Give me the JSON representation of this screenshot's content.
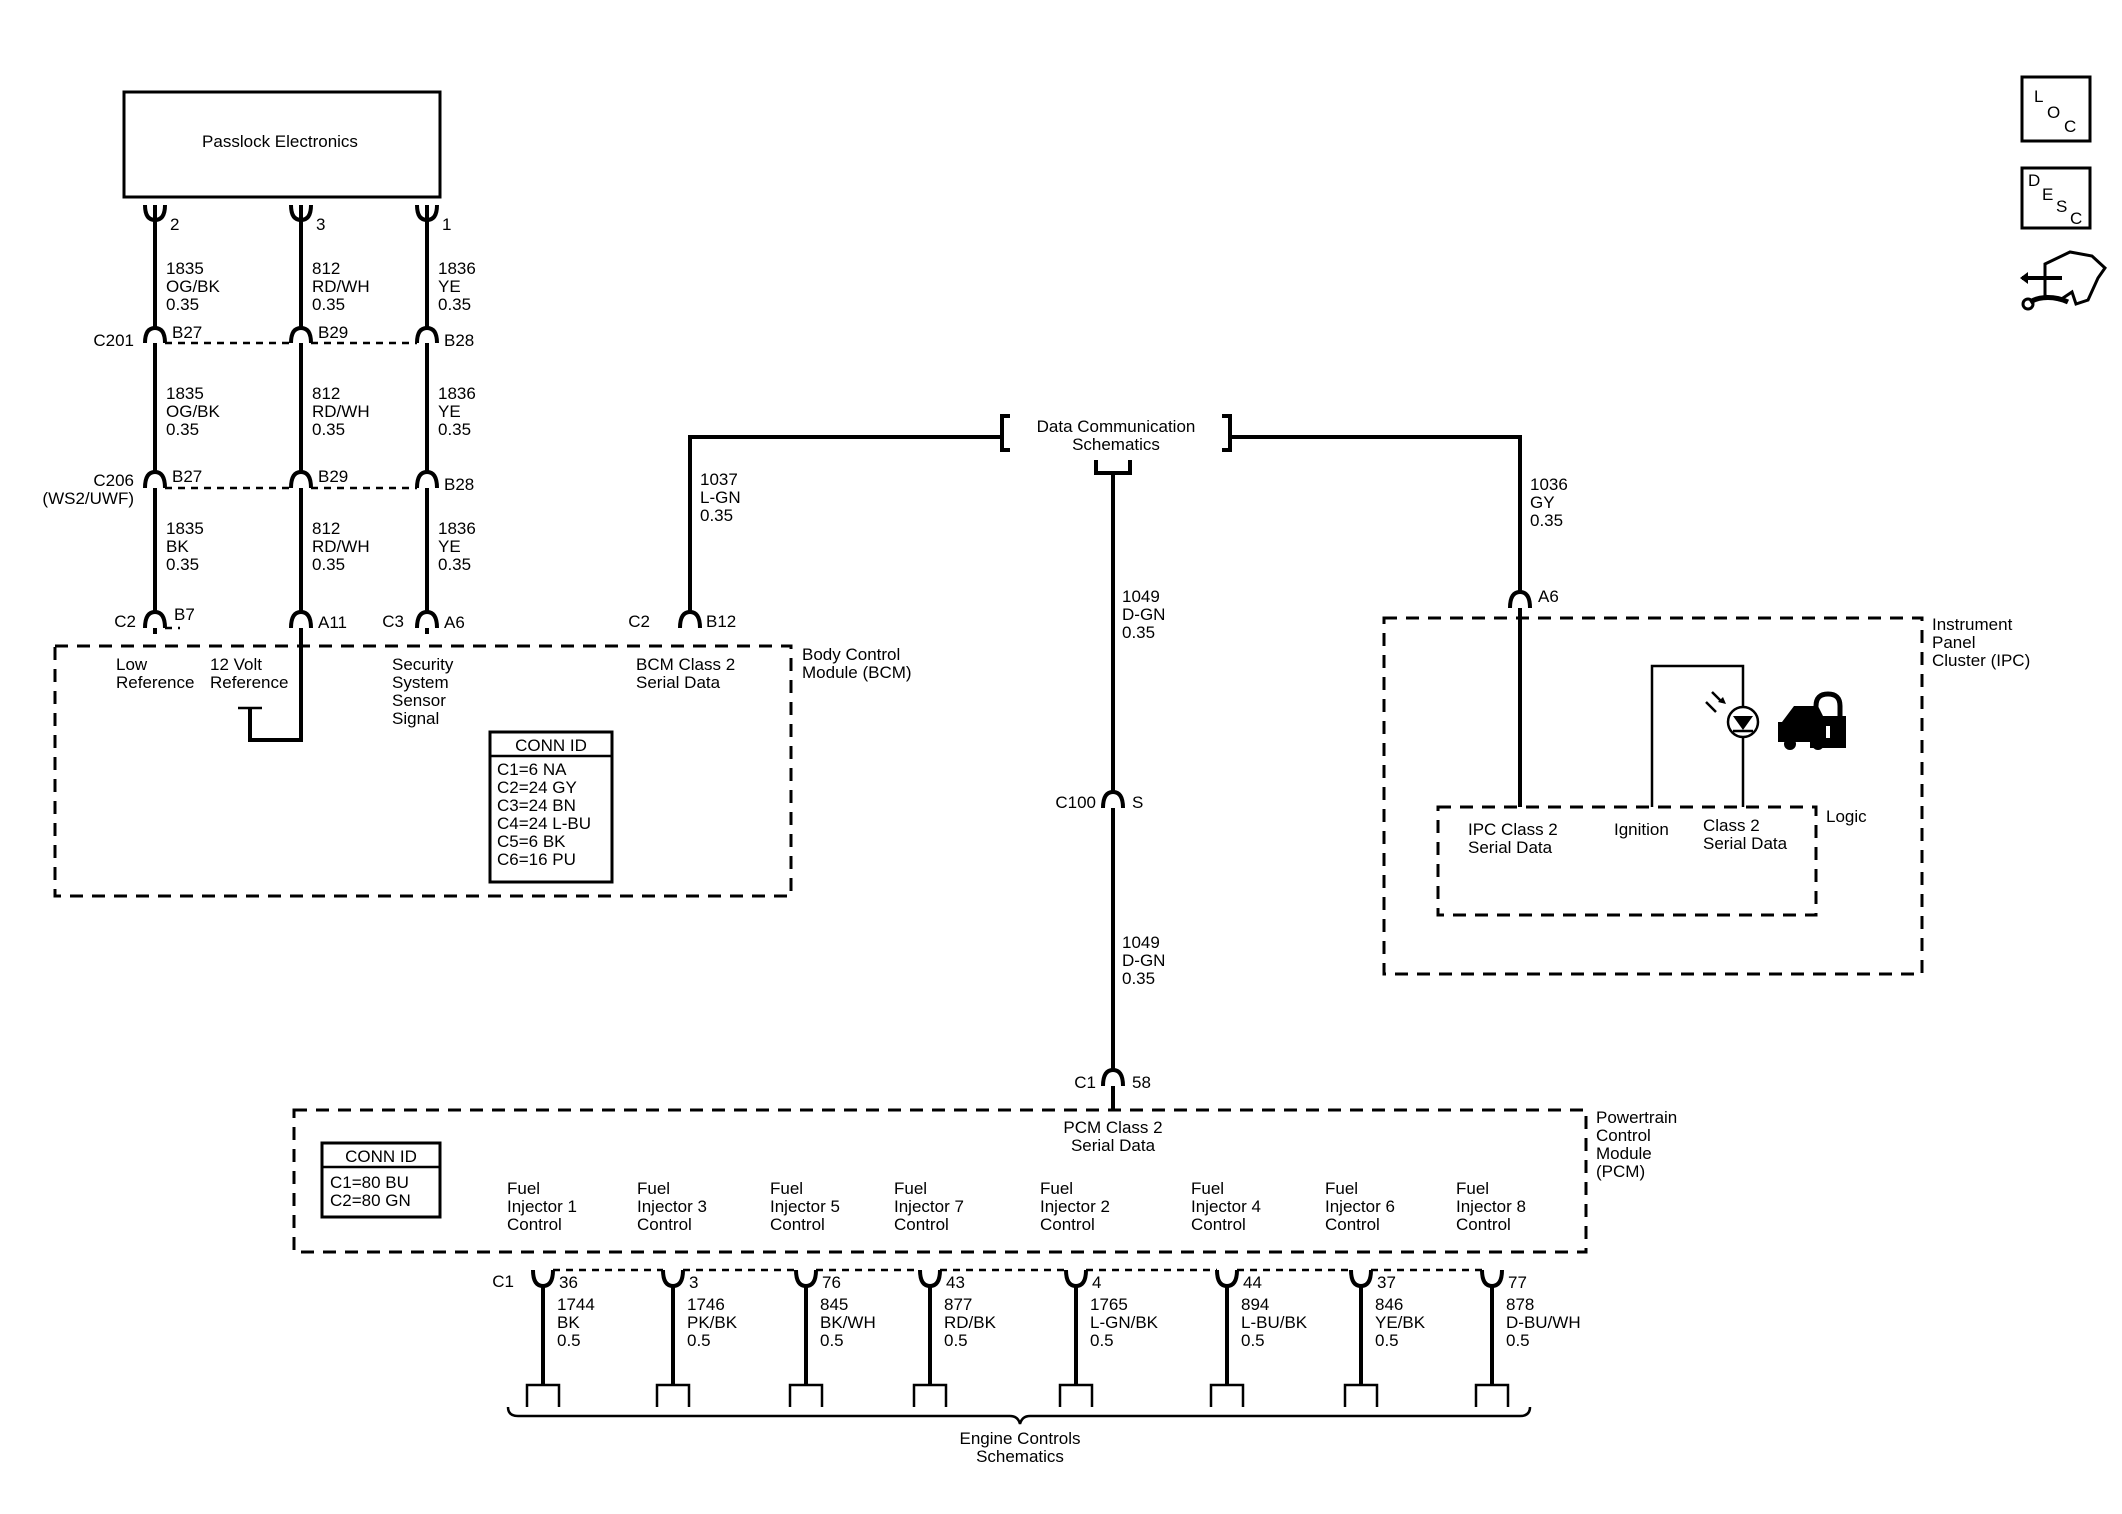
{
  "side_icons": [
    "loc-icon",
    "desc-icon",
    "hand-tools-icon"
  ],
  "loc_icon": {
    "l": "L",
    "o": "O",
    "c": "C"
  },
  "desc_icon": {
    "d": "D",
    "e": "E",
    "s": "S",
    "c": "C"
  },
  "passlock": {
    "title": "Passlock Electronics"
  },
  "passlock_wires": [
    {
      "pin": "2",
      "seg1": [
        "1835",
        "OG/BK",
        "0.35"
      ],
      "c201_pin": "B27",
      "seg2": [
        "1835",
        "OG/BK",
        "0.35"
      ],
      "c206_pin": "B27",
      "seg3": [
        "1835",
        "BK",
        "0.35"
      ],
      "bcm_pin": "B7"
    },
    {
      "pin": "3",
      "seg1": [
        "812",
        "RD/WH",
        "0.35"
      ],
      "c201_pin": "B29",
      "seg2": [
        "812",
        "RD/WH",
        "0.35"
      ],
      "c206_pin": "B29",
      "seg3": [
        "812",
        "RD/WH",
        "0.35"
      ],
      "bcm_pin": "A11"
    },
    {
      "pin": "1",
      "seg1": [
        "1836",
        "YE",
        "0.35"
      ],
      "c201_pin": "B28",
      "seg2": [
        "1836",
        "YE",
        "0.35"
      ],
      "c206_pin": "B28",
      "seg3": [
        "1836",
        "YE",
        "0.35"
      ],
      "bcm_pin": "A6"
    }
  ],
  "connectors": {
    "c201": "C201",
    "c206": "C206",
    "c206_sub": "(WS2/UWF)",
    "bcm_c2": "C2",
    "bcm_c3": "C3",
    "bcm_c2b": "C2",
    "c100": "C100",
    "c100_pin": "S",
    "pcm_c1": "C1",
    "pcm_c1_pin": "58",
    "inj_c1": "C1"
  },
  "bcm": {
    "label": [
      "Body Control",
      "Module (BCM)"
    ],
    "low_ref": [
      "Low",
      "Reference"
    ],
    "volt_ref": [
      "12 Volt",
      "Reference"
    ],
    "security": [
      "Security",
      "System",
      "Sensor",
      "Signal"
    ],
    "serial": [
      "BCM Class 2",
      "Serial Data"
    ],
    "serial_pin": "B12",
    "conn_id_title": "CONN ID",
    "conn_ids": [
      "C1=6 NA",
      "C2=24 GY",
      "C3=24 BN",
      "C4=24 L-BU",
      "C5=6 BK",
      "C6=16 PU"
    ]
  },
  "bcm_serial_wire": [
    "1037",
    "L-GN",
    "0.35"
  ],
  "data_comm": [
    "Data Communication",
    "Schematics"
  ],
  "ipc_serial_wire": [
    "1036",
    "GY",
    "0.35"
  ],
  "ipc": {
    "pin": "A6",
    "label": [
      "Instrument",
      "Panel",
      "Cluster (IPC)"
    ],
    "logic": "Logic",
    "serial": [
      "IPC Class 2",
      "Serial Data"
    ],
    "ignition": "Ignition",
    "class2": [
      "Class 2",
      "Serial Data"
    ]
  },
  "pcm_wire_upper": [
    "1049",
    "D-GN",
    "0.35"
  ],
  "pcm_wire_lower": [
    "1049",
    "D-GN",
    "0.35"
  ],
  "pcm": {
    "label": [
      "Powertrain",
      "Control",
      "Module",
      "(PCM)"
    ],
    "serial": [
      "PCM Class 2",
      "Serial Data"
    ],
    "conn_id_title": "CONN ID",
    "conn_ids": [
      "C1=80 BU",
      "C2=80 GN"
    ]
  },
  "injectors": [
    {
      "label": [
        "Fuel",
        "Injector 1",
        "Control"
      ],
      "pin": "36",
      "wire": [
        "1744",
        "BK",
        "0.5"
      ]
    },
    {
      "label": [
        "Fuel",
        "Injector 3",
        "Control"
      ],
      "pin": "3",
      "wire": [
        "1746",
        "PK/BK",
        "0.5"
      ]
    },
    {
      "label": [
        "Fuel",
        "Injector 5",
        "Control"
      ],
      "pin": "76",
      "wire": [
        "845",
        "BK/WH",
        "0.5"
      ]
    },
    {
      "label": [
        "Fuel",
        "Injector 7",
        "Control"
      ],
      "pin": "43",
      "wire": [
        "877",
        "RD/BK",
        "0.5"
      ]
    },
    {
      "label": [
        "Fuel",
        "Injector 2",
        "Control"
      ],
      "pin": "4",
      "wire": [
        "1765",
        "L-GN/BK",
        "0.5"
      ]
    },
    {
      "label": [
        "Fuel",
        "Injector 4",
        "Control"
      ],
      "pin": "44",
      "wire": [
        "894",
        "L-BU/BK",
        "0.5"
      ]
    },
    {
      "label": [
        "Fuel",
        "Injector 6",
        "Control"
      ],
      "pin": "37",
      "wire": [
        "846",
        "YE/BK",
        "0.5"
      ]
    },
    {
      "label": [
        "Fuel",
        "Injector 8",
        "Control"
      ],
      "pin": "77",
      "wire": [
        "878",
        "D-BU/WH",
        "0.5"
      ]
    }
  ],
  "engine_controls": [
    "Engine Controls",
    "Schematics"
  ]
}
